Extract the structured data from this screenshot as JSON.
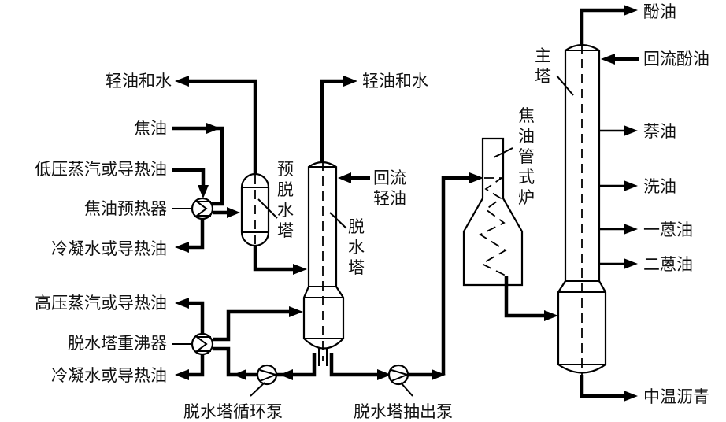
{
  "diagram": {
    "title": "煤焦油蒸馏工艺流程（脱水塔—管式炉—主塔）",
    "equipment": {
      "preheater": "焦油预热器",
      "pre_dehydration_tower": [
        "预",
        "脱",
        "水",
        "塔"
      ],
      "dehydration_tower": [
        "脱",
        "水",
        "塔"
      ],
      "reboiler": "脱水塔重沸器",
      "circulation_pump": "脱水塔循环泵",
      "draw_pump": "脱水塔抽出泵",
      "tube_furnace": [
        "焦",
        "油",
        "管",
        "式",
        "炉"
      ],
      "main_tower": [
        "主",
        "塔"
      ]
    },
    "streams": {
      "light_oil_water_1": "轻油和水",
      "light_oil_water_2": "轻油和水",
      "tar_in": "焦油",
      "low_pressure_steam": "低压蒸汽或导热油",
      "condensate_1": "冷凝水或导热油",
      "high_pressure_steam": "高压蒸汽或导热油",
      "condensate_2": "冷凝水或导热油",
      "reflux_light_oil": [
        "回流",
        "轻油"
      ],
      "phenol_oil": "酚油",
      "reflux_phenol_oil": "回流酚油",
      "naphthalene_oil": "萘油",
      "wash_oil": "洗油",
      "anthracene_oil_1": "一蒽油",
      "anthracene_oil_2": "二蒽油",
      "medium_pitch": "中温沥青"
    }
  }
}
